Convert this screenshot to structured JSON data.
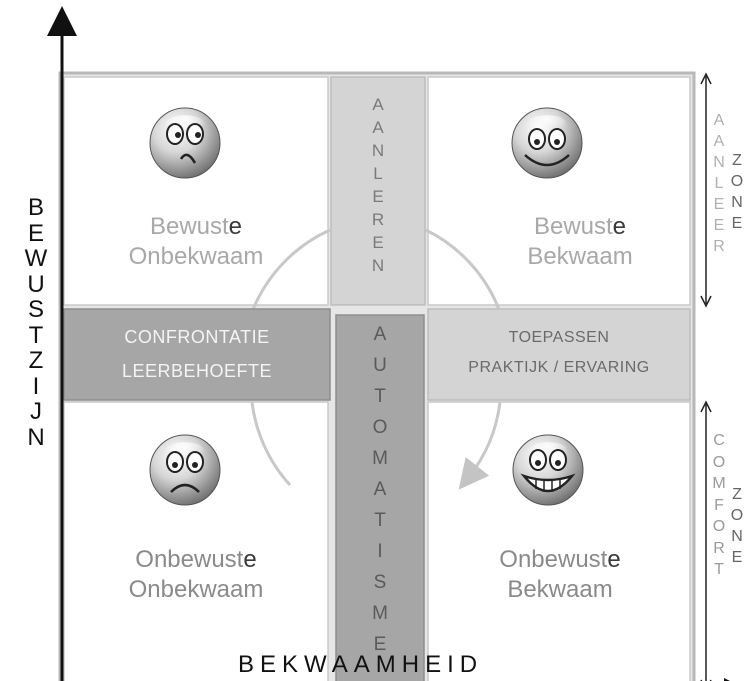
{
  "quadrants": {
    "top_left": {
      "line1_prefix": "Bewust",
      "line1_suffix": "e",
      "line2": "Onbekwaam"
    },
    "top_right": {
      "line1_prefix": "Bewust",
      "line1_suffix": "e",
      "line2": "Bekwaam"
    },
    "bottom_left": {
      "line1_prefix": "Onbewust",
      "line1_suffix": "e",
      "line2": "Onbekwaam"
    },
    "bottom_right": {
      "line1_prefix": "Onbewust",
      "line1_suffix": "e",
      "line2": "Bekwaam"
    }
  },
  "bars": {
    "left": {
      "line1": "CONFRONTATIE",
      "line2": "LEERBEHOEFTE"
    },
    "right": {
      "line1": "TOEPASSEN",
      "line2": "PRAKTIJK / ERVARING"
    },
    "top_vertical": "AANLEREN",
    "bottom_vertical": "AUTOMATISME"
  },
  "axes": {
    "y_label": "BEWUSTZIJN",
    "x_label": "BEKWAAMHEID"
  },
  "zones": {
    "aanleer": {
      "word": "AANLEER",
      "zone": "ZONE"
    },
    "comfort": {
      "word": "COMFORT",
      "zone": "ZONE"
    }
  },
  "faces": {
    "top_left": "worried-face-icon",
    "top_right": "smiling-face-icon",
    "bottom_left": "sad-face-icon",
    "bottom_right": "grinning-face-icon"
  },
  "colors": {
    "frame_border": "#b8b8b8",
    "bar_light": "#d4d4d4",
    "bar_dark": "#a6a6a6",
    "text_dark": "#333333",
    "text_light": "#a0a0a0"
  }
}
